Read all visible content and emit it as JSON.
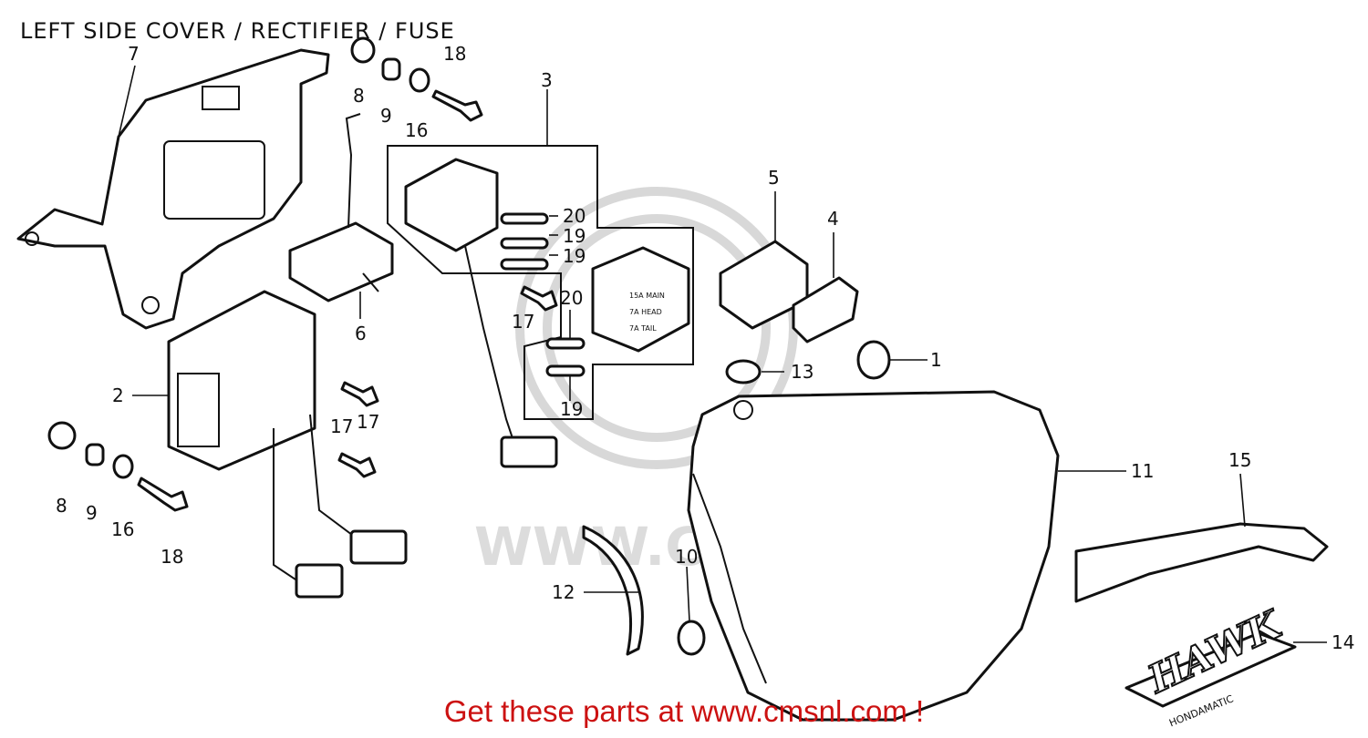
{
  "title": "LEFT SIDE COVER / RECTIFIER / FUSE",
  "footer": "Get these parts at www.cmsnl.com !",
  "watermark": "WWW.CMSNL.COM",
  "emblem_text": "HAWK",
  "emblem_subtext": "HONDAMATIC",
  "fuse_label_lines": [
    "15A MAIN",
    "7A HEAD",
    "7A TAIL"
  ],
  "labels": {
    "n1": "1",
    "n2": "2",
    "n3": "3",
    "n4": "4",
    "n5": "5",
    "n6": "6",
    "n7": "7",
    "n8a": "8",
    "n8b": "8",
    "n9a": "9",
    "n9b": "9",
    "n10": "10",
    "n11": "11",
    "n12": "12",
    "n13": "13",
    "n14": "14",
    "n15": "15",
    "n16a": "16",
    "n16b": "16",
    "n17a": "17",
    "n17b": "17",
    "n17c": "17",
    "n18a": "18",
    "n18b": "18",
    "n19a": "19",
    "n19b": "19",
    "n19c": "19",
    "n20a": "20",
    "n20b": "20"
  },
  "colors": {
    "footer": "#cc1111",
    "line": "#111111",
    "watermark": "#d8d8d8"
  }
}
